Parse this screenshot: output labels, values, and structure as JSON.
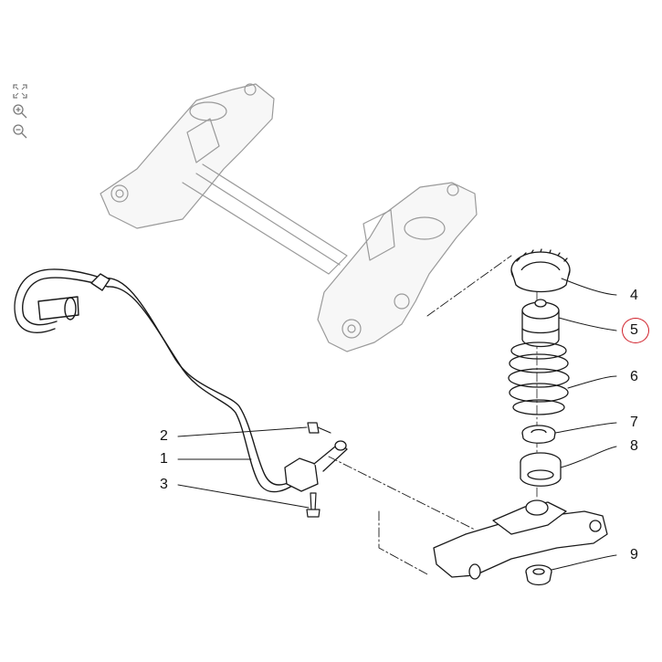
{
  "toolbar": {
    "items": [
      {
        "name": "fit-to-screen",
        "icon": "fit-screen-icon"
      },
      {
        "name": "zoom-in",
        "icon": "zoom-in-icon"
      },
      {
        "name": "zoom-out",
        "icon": "zoom-out-icon"
      }
    ]
  },
  "callouts": [
    {
      "label": "1"
    },
    {
      "label": "2"
    },
    {
      "label": "3"
    },
    {
      "label": "4"
    },
    {
      "label": "5",
      "highlighted": true
    },
    {
      "label": "6"
    },
    {
      "label": "7"
    },
    {
      "label": "8"
    },
    {
      "label": "9"
    }
  ],
  "colors": {
    "highlight": "#d0202a",
    "line": "#1a1a1a",
    "faded_line": "#9a9a9a"
  }
}
